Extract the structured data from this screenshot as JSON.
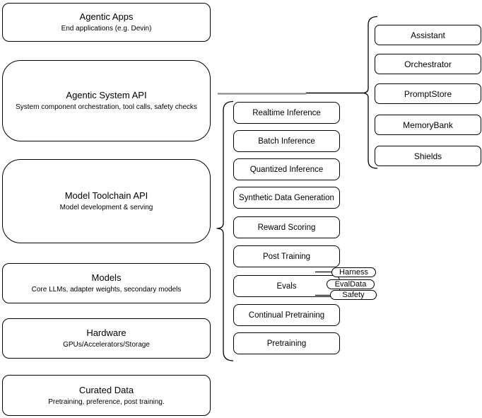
{
  "diagram": {
    "left_column": {
      "boxes": [
        {
          "title": "Agentic Apps",
          "subtitle": "End applications (e.g. Devin)"
        },
        {
          "title": "Agentic System API",
          "subtitle": "System component orchestration, tool calls, safety checks"
        },
        {
          "title": "Model Toolchain API",
          "subtitle": "Model development & serving"
        },
        {
          "title": "Models",
          "subtitle": "Core LLMs, adapter weights, secondary models"
        },
        {
          "title": "Hardware",
          "subtitle": "GPUs/Accelerators/Storage"
        },
        {
          "title": "Curated Data",
          "subtitle": "Pretraining, preference, post training."
        }
      ]
    },
    "middle_column": {
      "items": [
        "Realtime Inference",
        "Batch Inference",
        "Quantized Inference",
        "Synthetic Data Generation",
        "Reward Scoring",
        "Post Training",
        "Evals",
        "Continual Pretraining",
        "Pretraining"
      ]
    },
    "eval_tags": [
      "Harness",
      "EvalData",
      "Safety"
    ],
    "right_column": {
      "items": [
        "Assistant",
        "Orchestrator",
        "PromptStore",
        "MemoryBank",
        "Shields"
      ]
    },
    "colors": {
      "stroke": "#000000",
      "fill": "#ffffff",
      "connector_gray": "#808080"
    }
  }
}
